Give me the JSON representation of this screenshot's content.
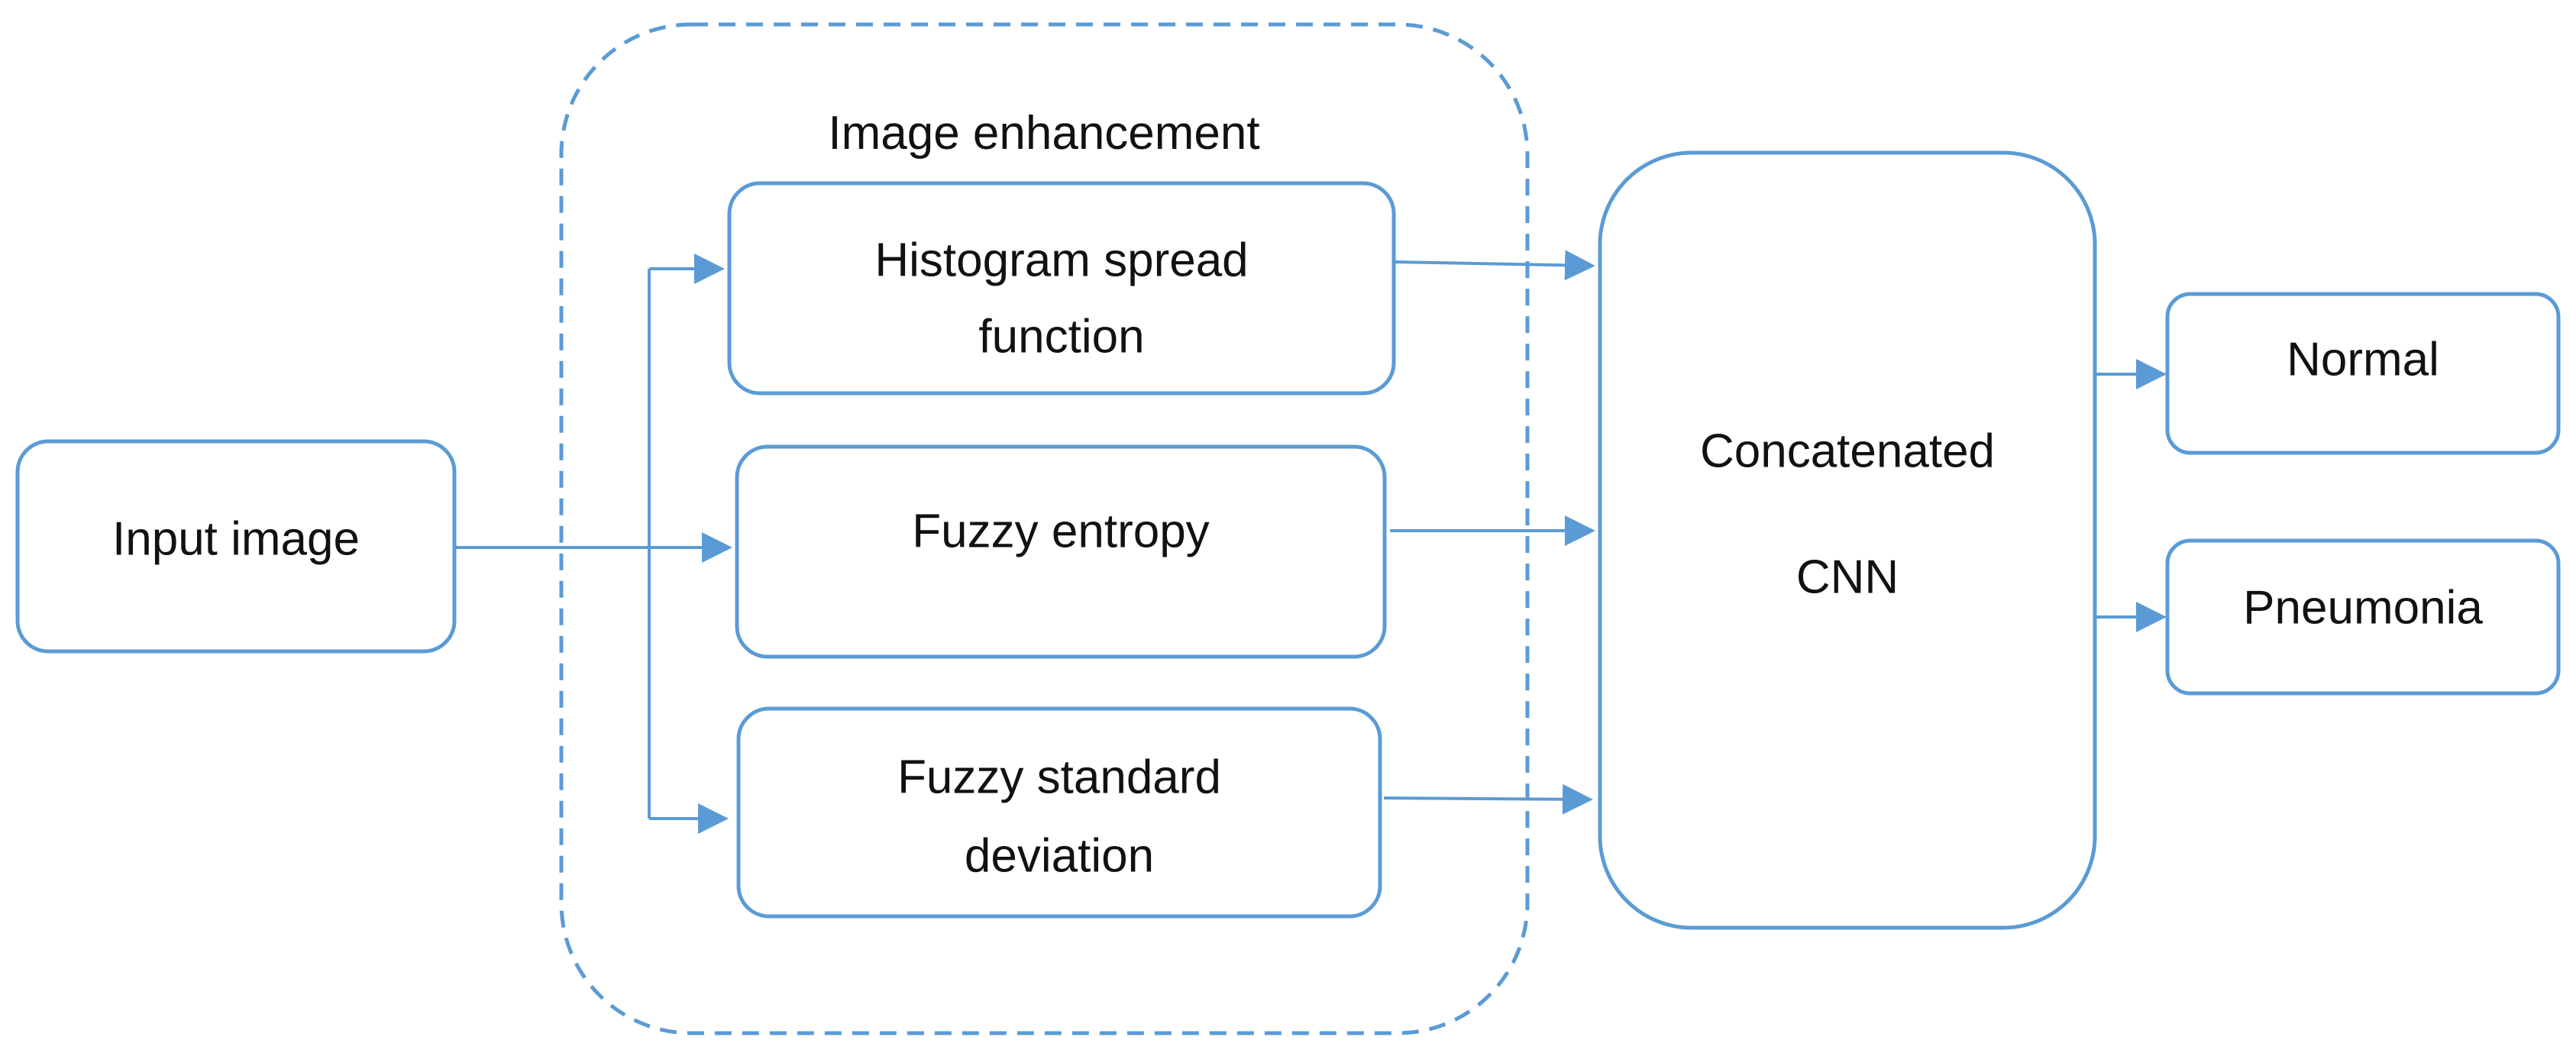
{
  "diagram": {
    "accent_color": "#5b9bd5",
    "group": {
      "label": "Image enhancement"
    },
    "nodes": {
      "input": {
        "label": "Input image"
      },
      "histogram": {
        "line1": "Histogram spread",
        "line2": "function"
      },
      "entropy": {
        "label": "Fuzzy entropy"
      },
      "stddev": {
        "line1": "Fuzzy standard",
        "line2": "deviation"
      },
      "cnn": {
        "line1": "Concatenated",
        "line2": "CNN"
      },
      "normal": {
        "label": "Normal"
      },
      "pneumonia": {
        "label": "Pneumonia"
      }
    },
    "edges": [
      {
        "from": "Input image",
        "to": "Histogram spread function"
      },
      {
        "from": "Input image",
        "to": "Fuzzy entropy"
      },
      {
        "from": "Input image",
        "to": "Fuzzy standard deviation"
      },
      {
        "from": "Histogram spread function",
        "to": "Concatenated CNN"
      },
      {
        "from": "Fuzzy entropy",
        "to": "Concatenated CNN"
      },
      {
        "from": "Fuzzy standard deviation",
        "to": "Concatenated CNN"
      },
      {
        "from": "Concatenated CNN",
        "to": "Normal"
      },
      {
        "from": "Concatenated CNN",
        "to": "Pneumonia"
      }
    ]
  }
}
